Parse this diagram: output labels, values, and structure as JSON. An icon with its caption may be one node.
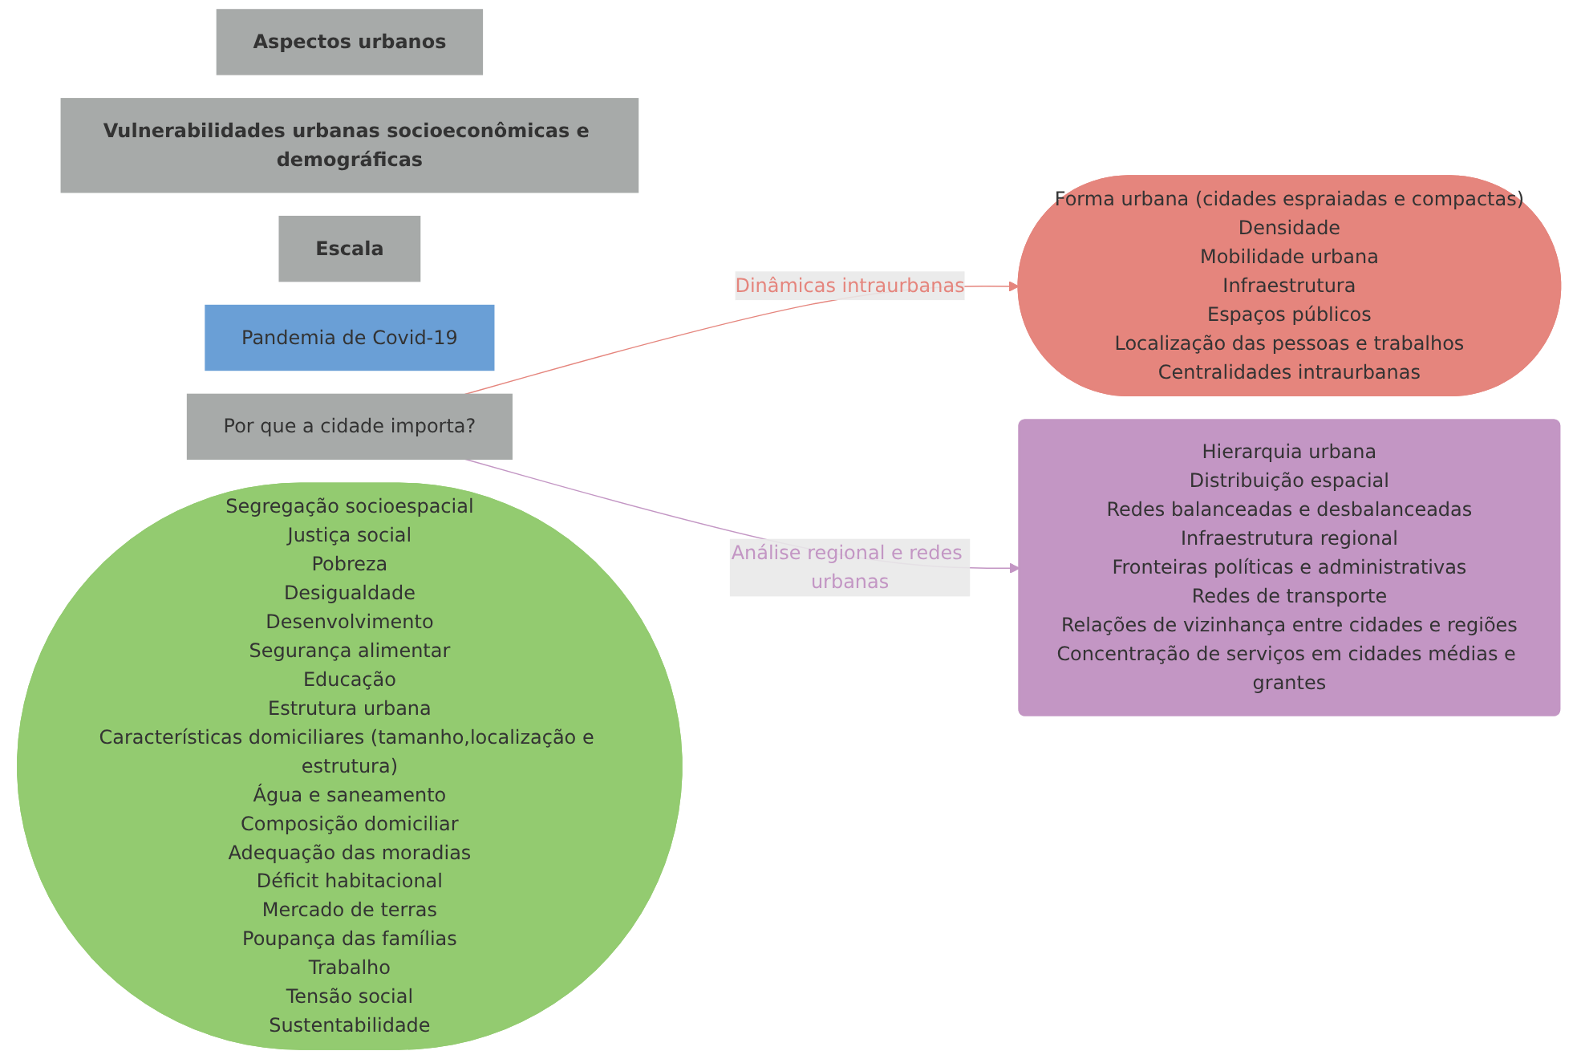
{
  "diagram": {
    "nodes": [
      {
        "text": [
          "Aspectos urbanos"
        ]
      },
      {
        "text": [
          "Vulnerabilidades urbanas socioeconômicas e demográficas"
        ]
      },
      {
        "text": [
          "Escala"
        ]
      },
      {
        "text": [
          "Forma urbana (cidades espraiadas e compactas)",
          "Densidade",
          "Mobilidade urbana",
          "Infraestrutura",
          "Espaços públicos",
          "Localização das pessoas e trabalhos",
          "Centralidades intraurbanas"
        ]
      },
      {
        "text": [
          "Pandemia de Covid-19"
        ]
      },
      {
        "text": [
          "Por que a cidade importa?"
        ]
      },
      {
        "text": [
          "Hierarquia urbana",
          "Distribuição espacial",
          "Redes balanceadas e desbalanceadas",
          "Infraestrutura regional",
          "Fronteiras políticas e administrativas",
          "Redes de transporte",
          "Relações de vizinhança entre cidades e regiões",
          "Concentração de serviços em cidades médias e grantes"
        ]
      },
      {
        "text": [
          "Segregação socioespacial",
          "Justiça social",
          "Pobreza",
          "Desigualdade",
          "Desenvolvimento",
          "Segurança alimentar",
          "Educação",
          "Estrutura urbana",
          "Características domiciliares (tamanho,localização e estrutura)",
          "Água e saneamento",
          "Composição domiciliar",
          "Adequação das moradias",
          "Déficit habitacional",
          "Mercado de terras",
          "Poupança das famílias",
          "Trabalho",
          "Tensão social",
          "Sustentabilidade"
        ]
      }
    ],
    "edges": [
      {
        "from": 5,
        "to": 3,
        "arrow": "to",
        "label": "Dinâmicas intraurbanas",
        "color": "#e5857d"
      },
      {
        "from": 5,
        "to": 6,
        "arrow": "to",
        "label": "Análise regional e redes urbanas",
        "color": "#c396c4"
      }
    ]
  }
}
